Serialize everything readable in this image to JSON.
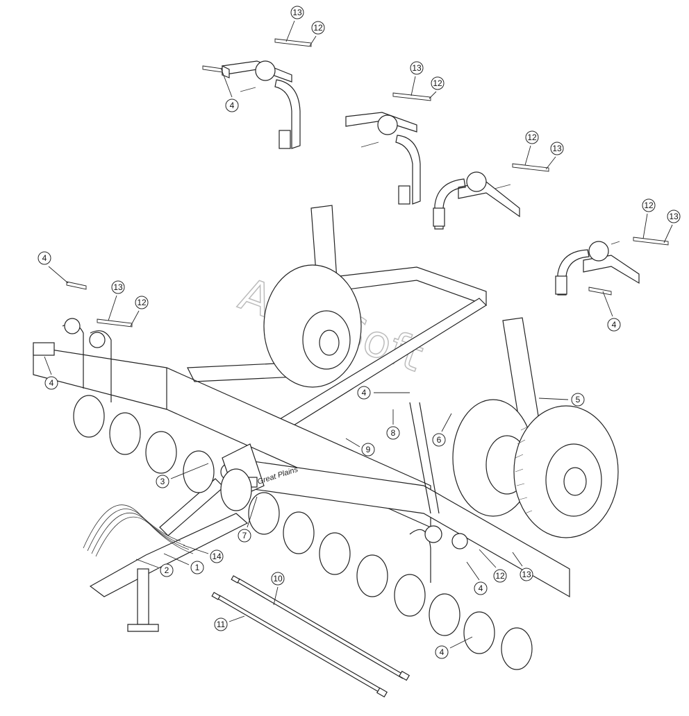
{
  "watermark": "AutoSoft",
  "brand_text": "Great Plains",
  "callouts": [
    "13",
    "12",
    "4",
    "13",
    "12",
    "12",
    "13",
    "12",
    "13",
    "4",
    "4",
    "13",
    "12",
    "4",
    "4",
    "5",
    "8",
    "6",
    "9",
    "3",
    "7",
    "14",
    "2",
    "1",
    "10",
    "11",
    "12",
    "13",
    "4",
    "4"
  ]
}
